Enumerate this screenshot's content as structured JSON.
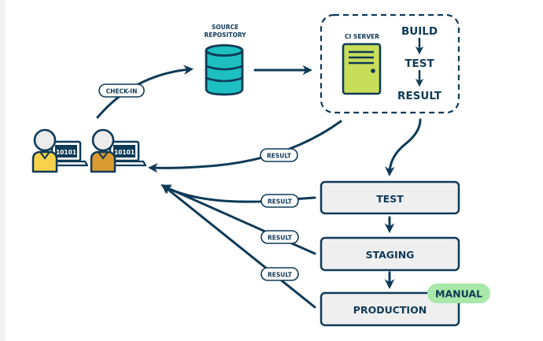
{
  "diagram": {
    "title": "Continuous Integration / Delivery Pipeline",
    "colors": {
      "ink": "#0f3a57",
      "repository": "#1dbfc1",
      "ci_server": "#c8dd5a",
      "stage_fill": "#efefef",
      "manual_badge": "#a8e8a8",
      "developer_1_shirt": "#f7d24a",
      "developer_2_shirt": "#d99a30",
      "head": "#ececec",
      "side_strip": "#f1f2f4"
    },
    "developers": [
      {
        "name": "developer-1",
        "screen_text": "10101"
      },
      {
        "name": "developer-2",
        "screen_text": "10101"
      }
    ],
    "checkin_label": "CHECK-IN",
    "repository": {
      "label_line1": "SOURCE",
      "label_line2": "REPOSITORY"
    },
    "ci_server": {
      "label": "CI SERVER",
      "steps": [
        "BUILD",
        "TEST",
        "RESULT"
      ]
    },
    "result_labels": [
      "RESULT",
      "RESULT",
      "RESULT",
      "RESULT"
    ],
    "stages": [
      {
        "label": "TEST"
      },
      {
        "label": "STAGING"
      },
      {
        "label": "PRODUCTION",
        "badge": "MANUAL"
      }
    ]
  }
}
